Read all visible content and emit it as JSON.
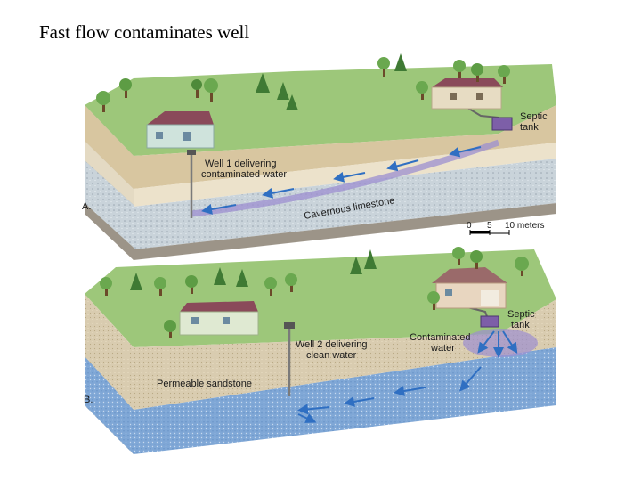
{
  "title": "Fast flow contaminates well",
  "panel_a": {
    "letter": "A.",
    "septic_tank": [
      "Septic",
      "tank"
    ],
    "well_label": [
      "Well 1 delivering",
      "contaminated water"
    ],
    "rock_label": "Cavernous limestone"
  },
  "scale_bar": {
    "ticks": [
      "0",
      "5",
      "10 meters"
    ]
  },
  "panel_b": {
    "letter": "B.",
    "septic_tank": [
      "Septic",
      "tank"
    ],
    "contaminated_label": [
      "Contaminated",
      "water"
    ],
    "well_label": [
      "Well 2 delivering",
      "clean water"
    ],
    "rock_label": "Permeable sandstone"
  },
  "colors": {
    "grass": "#9dc77a",
    "soil_tan": "#d8c6a0",
    "limestone": "#c9d3da",
    "sandstone": "#d9ccb0",
    "groundwater_blue": "#6f9fd3",
    "flow_arrow": "#2f6fc2",
    "contaminant_purple": "#9c8fd0"
  },
  "icons": [
    "tree-icon",
    "house-icon",
    "septic-tank-icon",
    "well-pipe-icon",
    "flow-arrow-icon"
  ]
}
